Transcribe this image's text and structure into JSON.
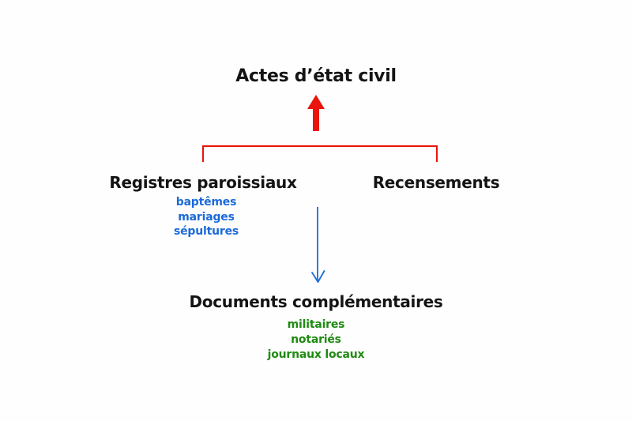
{
  "diagram": {
    "title": "Actes d’état civil",
    "left_branch": {
      "label": "Registres paroissiaux",
      "items": [
        "baptêmes",
        "mariages",
        "sépultures"
      ]
    },
    "right_branch": {
      "label": "Recensements"
    },
    "bottom_section": {
      "label": "Documents complémentaires",
      "items": [
        "militaires",
        "notariés",
        "journaux locaux"
      ]
    },
    "icons": {
      "up_arrow": "red-up-arrow",
      "down_arrow": "blue-down-arrow",
      "bracket": "red-bracket-connector"
    },
    "colors": {
      "accent_red": "#e8140d",
      "accent_blue": "#1b6ad8",
      "accent_green": "#1f8a12",
      "text_color": "#141414",
      "bg_color": "#fefefe"
    }
  }
}
